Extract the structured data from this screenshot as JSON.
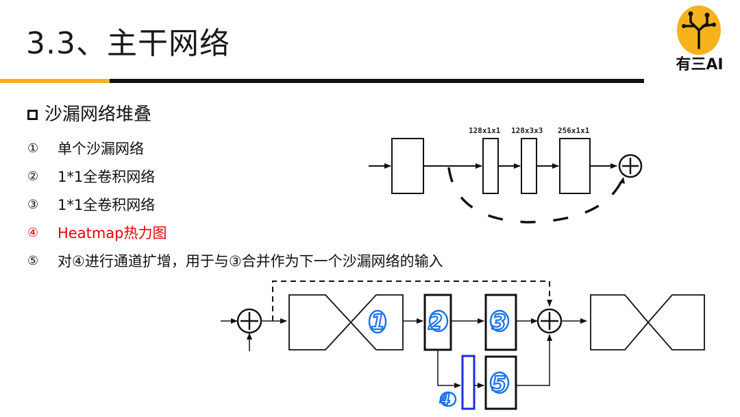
{
  "slide": {
    "title": "3.3、主干网络",
    "logo_text": "有三AI",
    "section_heading": "沙漏网络堆叠",
    "items": [
      {
        "num": "①",
        "text": "单个沙漏网络"
      },
      {
        "num": "②",
        "text": "1*1全卷积网络"
      },
      {
        "num": "③",
        "text": "1*1全卷积网络"
      },
      {
        "num": "④",
        "text": "Heatmap热力图"
      },
      {
        "num": "⑤",
        "text": "对④进行通道扩增，用于与③合并作为下一个沙漏网络的输入"
      }
    ]
  },
  "residual_diagram": {
    "labels": [
      "128x1x1",
      "128x3x3",
      "256x1x1"
    ],
    "plus_symbol": "+"
  },
  "stack_diagram": {
    "annotations": [
      "1",
      "2",
      "3",
      "4",
      "5"
    ],
    "plus_symbol": "+"
  },
  "colors": {
    "accent": "#f5b21b",
    "highlight": "#e60000",
    "annotation": "#1a73e8",
    "heatmap_box": "#1e2be0"
  }
}
